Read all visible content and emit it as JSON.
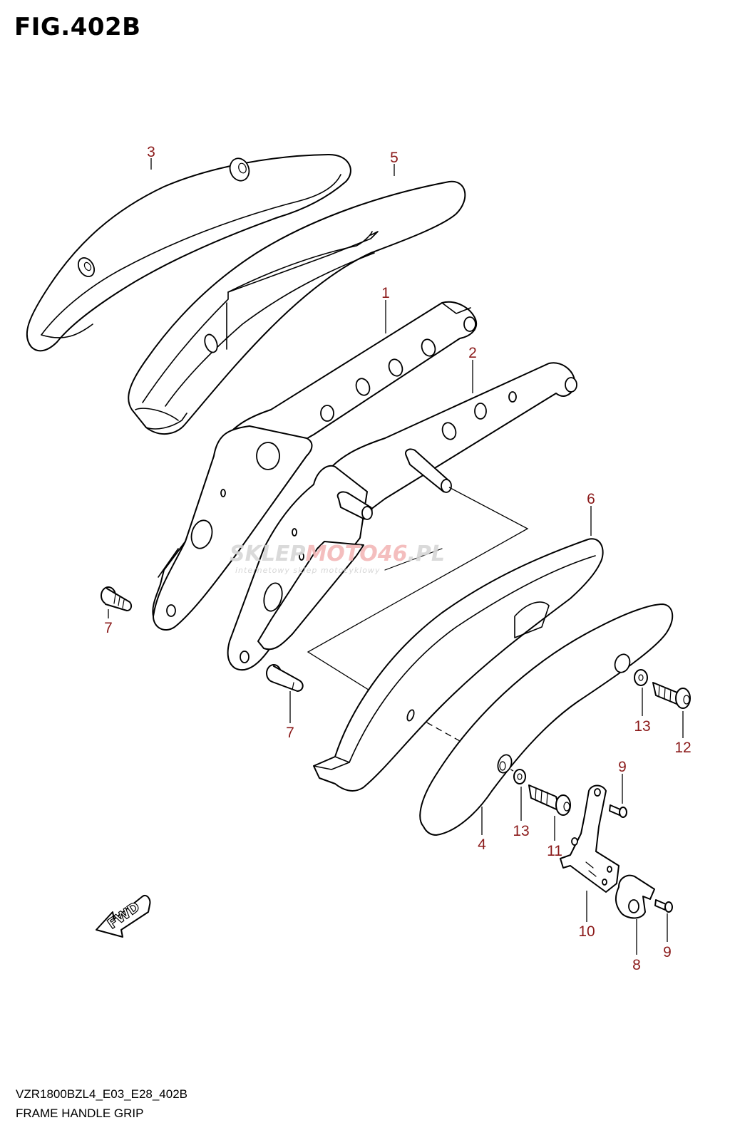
{
  "figure": {
    "title": "FIG.402B",
    "model_code": "VZR1800BZL4_E03_E28_402B",
    "name": "FRAME HANDLE GRIP"
  },
  "callouts": {
    "part1": "1",
    "part2": "2",
    "part3": "3",
    "part4": "4",
    "part5": "5",
    "part6": "6",
    "part7a": "7",
    "part7b": "7",
    "part8": "8",
    "part9a": "9",
    "part9b": "9",
    "part10": "10",
    "part11": "11",
    "part12": "12",
    "part13a": "13",
    "part13b": "13"
  },
  "direction_arrow": {
    "label": "FWD"
  },
  "watermark": {
    "brand_gray_1": "SKLEP",
    "brand_red": "MOTO46",
    "brand_gray_2": ".PL",
    "tagline": "internetowy sklep motocyklowy"
  },
  "colors": {
    "callout_text": "#8b1a1a",
    "line_art": "#000000",
    "background": "#ffffff"
  }
}
